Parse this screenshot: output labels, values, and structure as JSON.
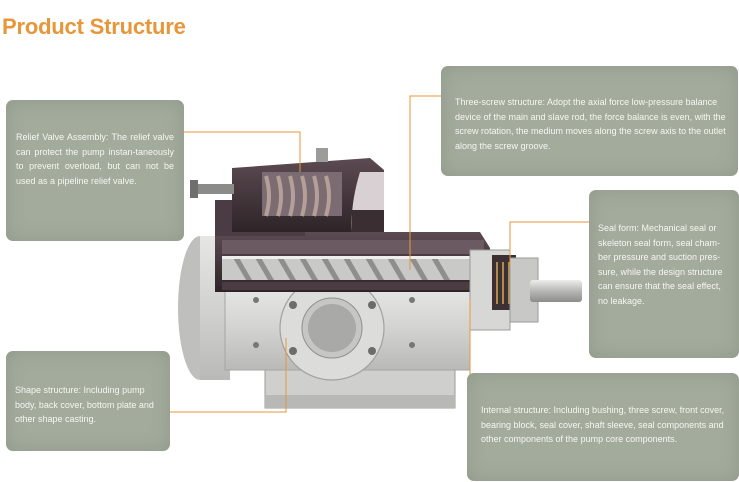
{
  "page": {
    "title": "Product Structure",
    "accent_color": "#e8963a",
    "callout_color": "#a3ab9c"
  },
  "callouts": {
    "relief_valve": "Relief Valve Assembly: The relief valve can protect the pump instan-taneously to prevent overload, but can not be used as a pipeline relief valve.",
    "three_screw": "Three-screw structure: Adopt the axial force low-pressure balance device of the main and slave rod, the force balance is even, with the screw rotation, the medium moves along the screw axis to the outlet along the screw groove.",
    "seal_form": "Seal form: Mechanical seal or skeleton seal form, seal cham-ber pressure and suction pres-sure, while the design structure can ensure that the seal effect, no leakage.",
    "shape_structure": "Shape structure: Including pump body, back cover, bottom plate and other shape casting.",
    "internal_structure": "Internal structure: Including bushing, three screw, front cover, bearing block, seal cover, shaft sleeve, seal components and other components of the pump core components."
  },
  "image": {
    "subject": "three-screw-pump-cutaway-illustration",
    "colors": {
      "casing": "#d3d4d2",
      "housing_dark": "#3e3236",
      "screw": "#b3b3b1",
      "leader_line": "#e8963a"
    }
  }
}
